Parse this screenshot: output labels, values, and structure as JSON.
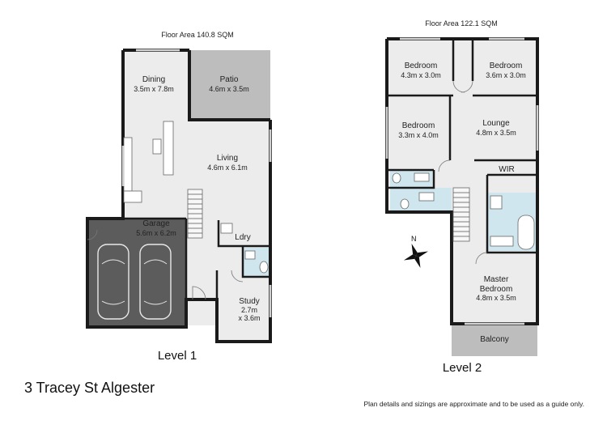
{
  "level1": {
    "floor_area": "Floor Area 140.8 SQM",
    "title": "Level 1",
    "rooms": {
      "dining": {
        "name": "Dining",
        "size": "3.5m x 7.8m"
      },
      "patio": {
        "name": "Patio",
        "size": "4.6m x 3.5m"
      },
      "living": {
        "name": "Living",
        "size": "4.6m x 6.1m"
      },
      "garage": {
        "name": "Garage",
        "size": "5.6m x 6.2m"
      },
      "laundry": {
        "name": "Ldry"
      },
      "study": {
        "name": "Study",
        "size_line1": "2.7m",
        "size_line2": "x 3.6m"
      }
    }
  },
  "level2": {
    "floor_area": "Floor Area 122.1 SQM",
    "title": "Level 2",
    "rooms": {
      "bedroom_a": {
        "name": "Bedroom",
        "size": "4.3m x 3.0m"
      },
      "bedroom_b": {
        "name": "Bedroom",
        "size": "3.6m x 3.0m"
      },
      "bedroom_c": {
        "name": "Bedroom",
        "size": "3.3m x 4.0m"
      },
      "lounge": {
        "name": "Lounge",
        "size": "4.8m x 3.5m"
      },
      "wir": {
        "name": "WIR"
      },
      "master": {
        "name_line1": "Master",
        "name_line2": "Bedroom",
        "size": "4.8m x 3.5m"
      },
      "balcony": {
        "name": "Balcony"
      }
    }
  },
  "compass": {
    "label": "N"
  },
  "address": "3 Tracey St Algester",
  "disclaimer": "Plan details and sizings are approximate and to be used as a guide only.",
  "colors": {
    "garage": "#5c5c5c",
    "patio": "#bdbdbd",
    "floor": "#ececec",
    "wet_area": "#cfe6ee",
    "wall": "#1a1a1a"
  }
}
